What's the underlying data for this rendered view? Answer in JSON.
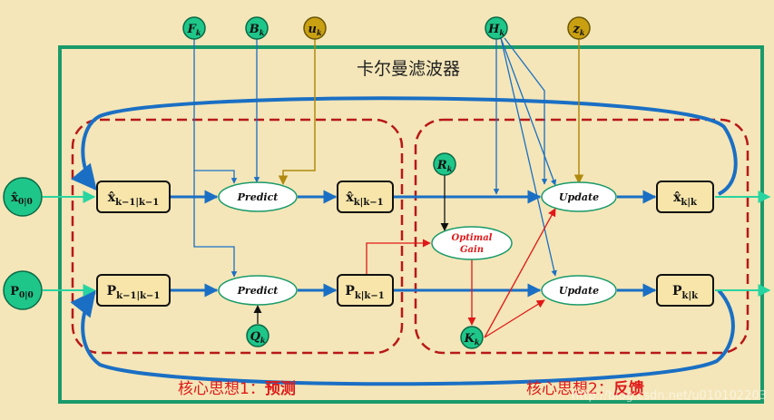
{
  "title": "卡尔曼滤波器",
  "inputs": {
    "F": {
      "base": "F",
      "sub": "k"
    },
    "B": {
      "base": "B",
      "sub": "k"
    },
    "u": {
      "base": "u",
      "sub": "k"
    },
    "H": {
      "base": "H",
      "sub": "k"
    },
    "z": {
      "base": "z",
      "sub": "k"
    },
    "R": {
      "base": "R",
      "sub": "k"
    },
    "Q": {
      "base": "Q",
      "sub": "k"
    },
    "K": {
      "base": "K",
      "sub": "k"
    }
  },
  "initial": {
    "x0": {
      "base": "x̂",
      "sub": "0|0"
    },
    "p0": {
      "base": "P",
      "sub": "0|0"
    }
  },
  "boxes": {
    "x_prev": {
      "base": "x̂",
      "sub": "k−1|k−1"
    },
    "x_pred": {
      "base": "x̂",
      "sub": "k|k−1"
    },
    "x_upd": {
      "base": "x̂",
      "sub": "k|k"
    },
    "p_prev": {
      "base": "P",
      "sub": "k−1|k−1"
    },
    "p_pred": {
      "base": "P",
      "sub": "k|k−1"
    },
    "p_upd": {
      "base": "P",
      "sub": "k|k"
    }
  },
  "ops": {
    "predict_top": "Predict",
    "predict_bottom": "Predict",
    "update_top": "Update",
    "update_bottom": "Update",
    "gain_line1": "Optimal",
    "gain_line2": "Gain"
  },
  "captions": {
    "left_prefix": "核心思想1：",
    "left_bold": "预测",
    "right_prefix": "核心思想2：",
    "right_bold": "反馈"
  },
  "watermark": "http://blog.csdn.net/u010102203",
  "colors": {
    "background": "#f4e6b8",
    "frame": "#1a9a6a",
    "dash": "#b81818",
    "blue": "#1a6fc4",
    "gold": "#b08a10",
    "red": "#e01818",
    "teal_node": "#1fc68a",
    "gold_node": "#c9a012",
    "caption": "#e01818"
  }
}
